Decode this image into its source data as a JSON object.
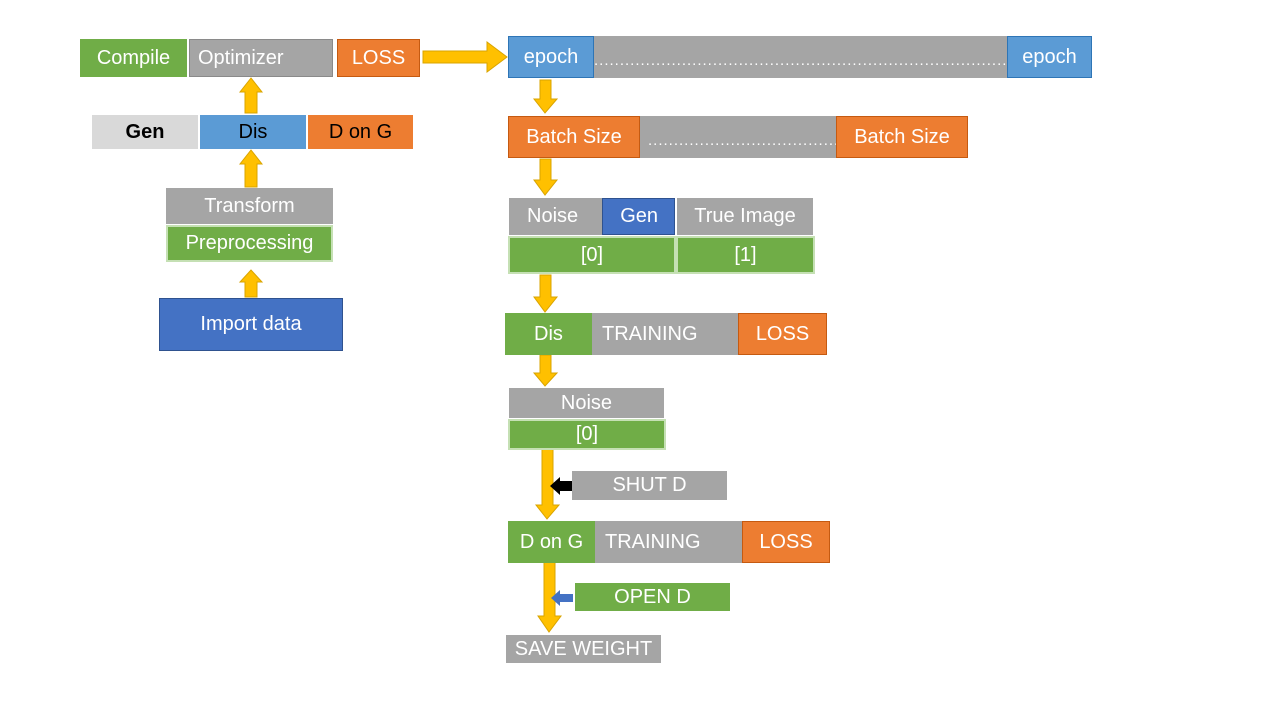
{
  "left_panel": {
    "compile": "Compile",
    "optimizer": "Optimizer",
    "loss": "LOSS",
    "gen": "Gen",
    "dis": "Dis",
    "d_on_g": "D on G",
    "transform": "Transform",
    "preprocessing": "Preprocessing",
    "import_data": "Import data"
  },
  "epoch_row": {
    "start": "epoch",
    "end": "epoch"
  },
  "batch_row": {
    "start": "Batch Size",
    "end": "Batch Size"
  },
  "discriminator_input": {
    "noise": "Noise",
    "gen": "Gen",
    "true_image": "True Image",
    "fake_label": "[0]",
    "real_label": "[1]"
  },
  "dis_training": {
    "model": "Dis",
    "training": "TRAINING",
    "loss": "LOSS"
  },
  "generator_input": {
    "noise": "Noise",
    "label": "[0]"
  },
  "shut_d": "SHUT D",
  "d_on_g_training": {
    "model": "D on G",
    "training": "TRAINING",
    "loss": "LOSS"
  },
  "open_d": "OPEN D",
  "save_weight": "SAVE WEIGHT",
  "colors": {
    "green": "#70ad47",
    "gray": "#a5a5a5",
    "blue": "#5b9bd5",
    "orange": "#ed7d31",
    "dark_blue": "#4472c4",
    "yellow_arrow": "#ffc000"
  }
}
